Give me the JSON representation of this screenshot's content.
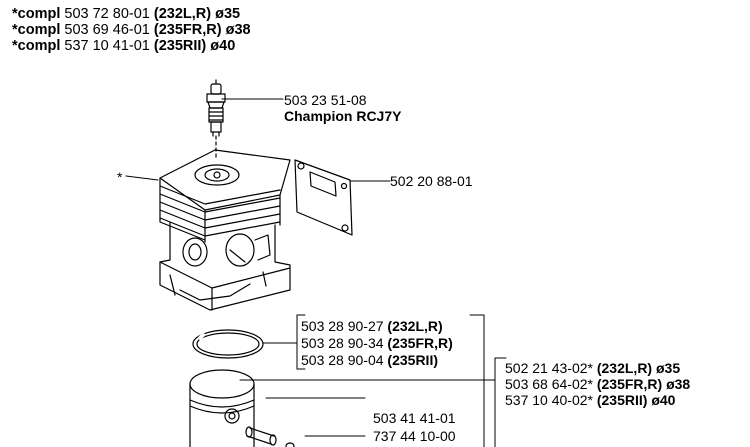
{
  "header": [
    {
      "prefix": "*compl",
      "number": "503 72 80-01",
      "models": "(232L,R) ø35"
    },
    {
      "prefix": "*compl",
      "number": "503 69 46-01",
      "models": "(235FR,R) ø38"
    },
    {
      "prefix": "*compl",
      "number": "537 10 41-01",
      "models": "(235RII) ø40"
    }
  ],
  "parts": {
    "spark_plug": {
      "number": "503 23 51-08",
      "desc": "Champion RCJ7Y"
    },
    "gasket": {
      "number": "502 20 88-01"
    },
    "cylinder_marker": "*",
    "piston_ring": [
      {
        "number": "503 28 90-27",
        "models": "(232L,R)"
      },
      {
        "number": "503 28 90-34",
        "models": "(235FR,R)"
      },
      {
        "number": "503 28 90-04",
        "models": "(235RII)"
      }
    ],
    "piston": [
      {
        "number": "502 21 43-02*",
        "models": "(232L,R) ø35"
      },
      {
        "number": "503 68 64-02*",
        "models": "(235FR,R) ø38"
      },
      {
        "number": "537 10 40-02*",
        "models": "(235RII) ø40"
      }
    ],
    "piston_pin": {
      "number": "503 41 41-01"
    },
    "circlip": {
      "number": "737 44 10-00"
    }
  }
}
